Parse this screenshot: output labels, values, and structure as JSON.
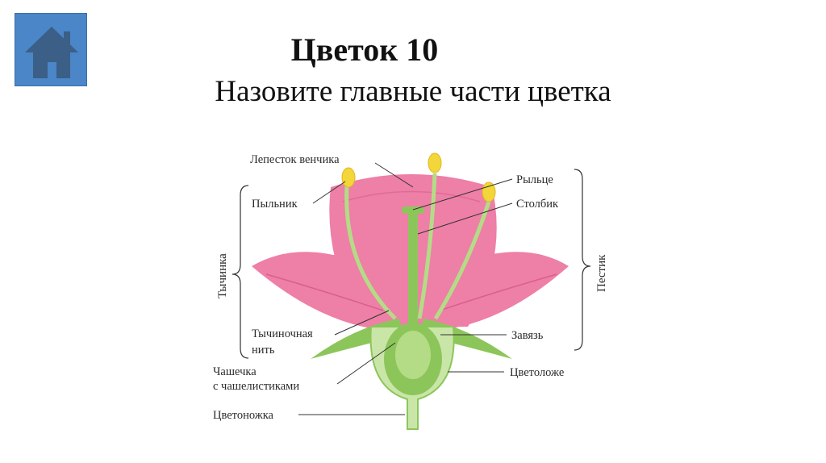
{
  "nav": {
    "home_icon": "home-icon"
  },
  "title": {
    "line1": "Цветок 10",
    "line2": "Назовите главные части цветка"
  },
  "diagram": {
    "labels": {
      "petal": "Лепесток венчика",
      "anther": "Пыльник",
      "stigma": "Рыльце",
      "style": "Столбик",
      "filament_1": "Тычиночная",
      "filament_2": "нить",
      "ovary": "Завязь",
      "sepals_1": "Чашечка",
      "sepals_2": "с чашелистиками",
      "receptacle": "Цветоложе",
      "pedicel": "Цветоножка",
      "stamen": "Тычинка",
      "pistil": "Пестик"
    },
    "colors": {
      "petal": "#ee7fa6",
      "petal_dark": "#d9608c",
      "green": "#8cc65a",
      "green_light": "#c9e6a8",
      "anther": "#f2d63a",
      "home_button": "#4a86c8"
    }
  }
}
